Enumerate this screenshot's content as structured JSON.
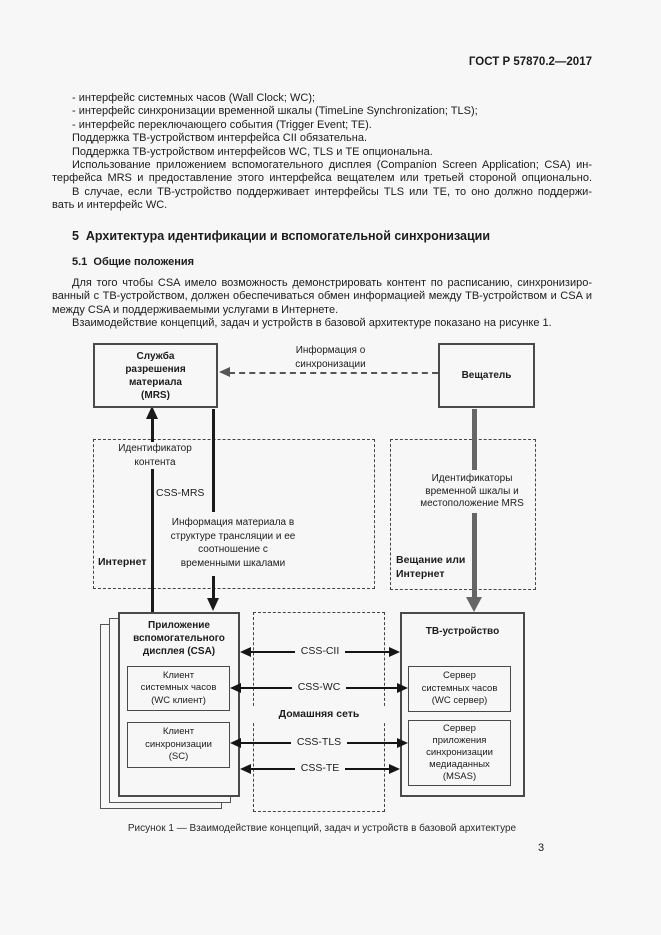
{
  "colors": {
    "page_bg": "#f7f7f7",
    "text": "#1c1c1c",
    "box_border": "#4a4a4a",
    "gray_arrow": "#666666"
  },
  "header": {
    "doc_code": "ГОСТ Р 57870.2—2017"
  },
  "intro": {
    "lines": [
      {
        "text": "- интерфейс системных часов (Wall Clock; WC);",
        "indent": true,
        "justify": false
      },
      {
        "text": "- интерфейс синхронизации временной шкалы (TimeLine Synchronization; TLS);",
        "indent": true,
        "justify": false
      },
      {
        "text": "- интерфейс переключающего события (Trigger Event; TE).",
        "indent": true,
        "justify": false
      },
      {
        "text": "Поддержка ТВ-устройством интерфейса CII обязательна.",
        "indent": true,
        "justify": false
      },
      {
        "text": "Поддержка ТВ-устройством интерфейсов WC, TLS и TE опциональна.",
        "indent": true,
        "justify": false
      },
      {
        "text": "Использование приложением вспомогательного дисплея (Companion Screen Application; CSA) ин-",
        "indent": true,
        "justify": true
      },
      {
        "text": "терфейса MRS и предоставление этого интерфейса вещателем или третьей стороной опционально.",
        "indent": false,
        "justify": true
      },
      {
        "text": "В случае, если ТВ-устройство поддерживает интерфейсы TLS или TE, то оно должно поддержи-",
        "indent": true,
        "justify": true
      },
      {
        "text": "вать и интерфейс WC.",
        "indent": false,
        "justify": false
      }
    ]
  },
  "section": {
    "heading": "5  Архитектура идентификации и вспомогательной синхронизации",
    "subheading": "5.1  Общие положения",
    "para1_lines": [
      {
        "text": "Для того чтобы CSA имело возможность демонстрировать контент по расписанию, синхронизиро-",
        "indent": true,
        "justify": true
      },
      {
        "text": "ванный с ТВ-устройством, должен обеспечиваться обмен информацией между ТВ-устройством и CSA и",
        "indent": false,
        "justify": true
      },
      {
        "text": "между CSA и поддерживаемыми услугами в Интернете.",
        "indent": false,
        "justify": false
      }
    ],
    "para2": "Взаимодействие концепций, задач и устройств в базовой архитектуре показано на рисунке 1."
  },
  "diagram": {
    "mrs_box": "Служба\nразрешения\nматериала\n(MRS)",
    "broadcaster_box": "Вещатель",
    "sync_info_label": "Информация о\nсинхронизации",
    "content_id_label": "Идентификатор\nконтента",
    "css_mrs_label": "CSS-MRS",
    "material_info_label": "Информация материала в\nструктуре трансляции и ее\nсоотношение с\nвременными шкалами",
    "internet_label": "Интернет",
    "timeline_label": "Идентификаторы\nвременной шкалы и\nместоположение MRS",
    "broadcast_internet_label": "Вещание или\nИнтернет",
    "csa_title": "Приложение\nвспомогательного\nдисплея (CSA)",
    "wc_client_box": "Клиент\nсистемных часов\n(WC клиент)",
    "sc_box": "Клиент\nсинхронизации\n(SC)",
    "tv_title": "ТВ-устройство",
    "wc_server_box": "Сервер\nсистемных часов\n(WC сервер)",
    "msas_box": "Сервер\nприложения\nсинхронизации\nмедиаданных\n(MSAS)",
    "home_network_label": "Домашняя сеть",
    "arrow_labels": {
      "cii": "CSS-CII",
      "wc": "CSS-WC",
      "tls": "CSS-TLS",
      "te": "CSS-TE"
    }
  },
  "figure": {
    "caption": "Рисунок 1 — Взаимодействие концепций, задач и устройств в базовой архитектуре"
  },
  "footer": {
    "page_number": "3"
  }
}
